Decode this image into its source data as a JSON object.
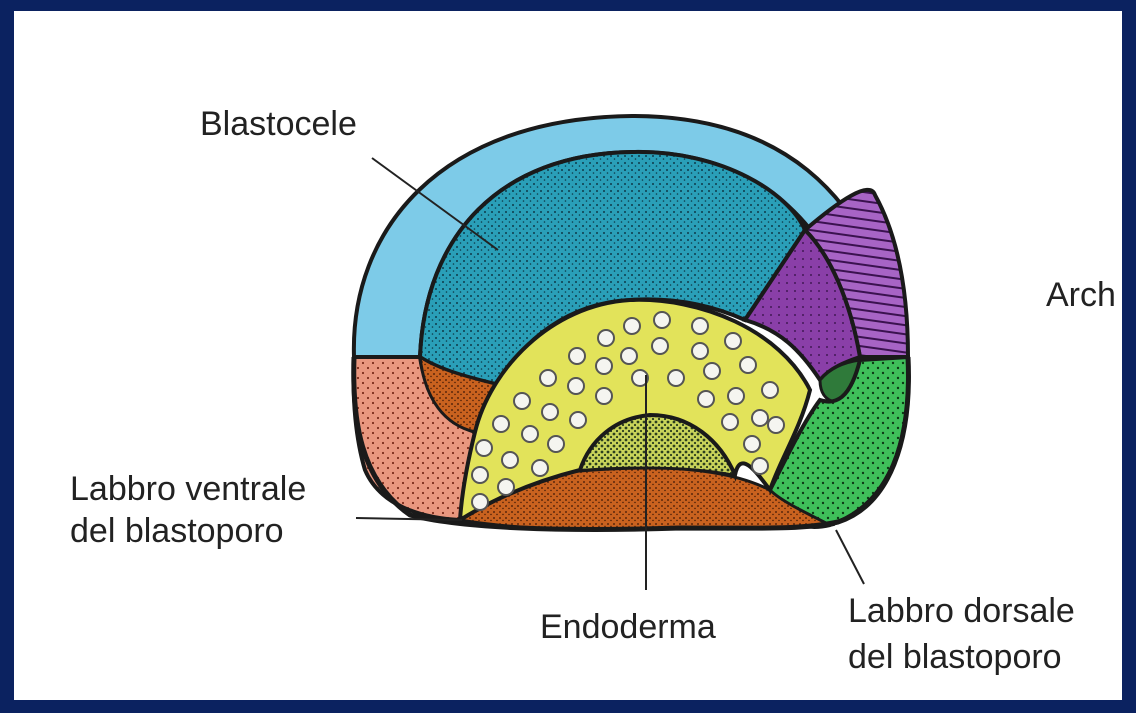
{
  "diagram": {
    "labels": {
      "blastocele": "Blastocele",
      "archenteron_partial": "Arch",
      "labbro_ventrale_line1": "Labbro ventrale",
      "labbro_ventrale_line2": "del blastoporo",
      "endoderma": "Endoderma",
      "labbro_dorsale_line1": "Labbro dorsale",
      "labbro_dorsale_line2": "del blastoporo"
    },
    "colors": {
      "frame": "#0b2260",
      "background": "#ffffff",
      "ectoderm_outer": "#7dcbe8",
      "blastocele": "#2a9fb8",
      "mesoderm_purple": "#8a3fa8",
      "mesoderm_stripes": "#a764c5",
      "dorsal_green": "#3fbf5a",
      "ventral_pink": "#e9977f",
      "orange_brown": "#c9621f",
      "endoderm_yellow": "#e2e35a",
      "inner_dark": "#3f6b3a"
    }
  }
}
